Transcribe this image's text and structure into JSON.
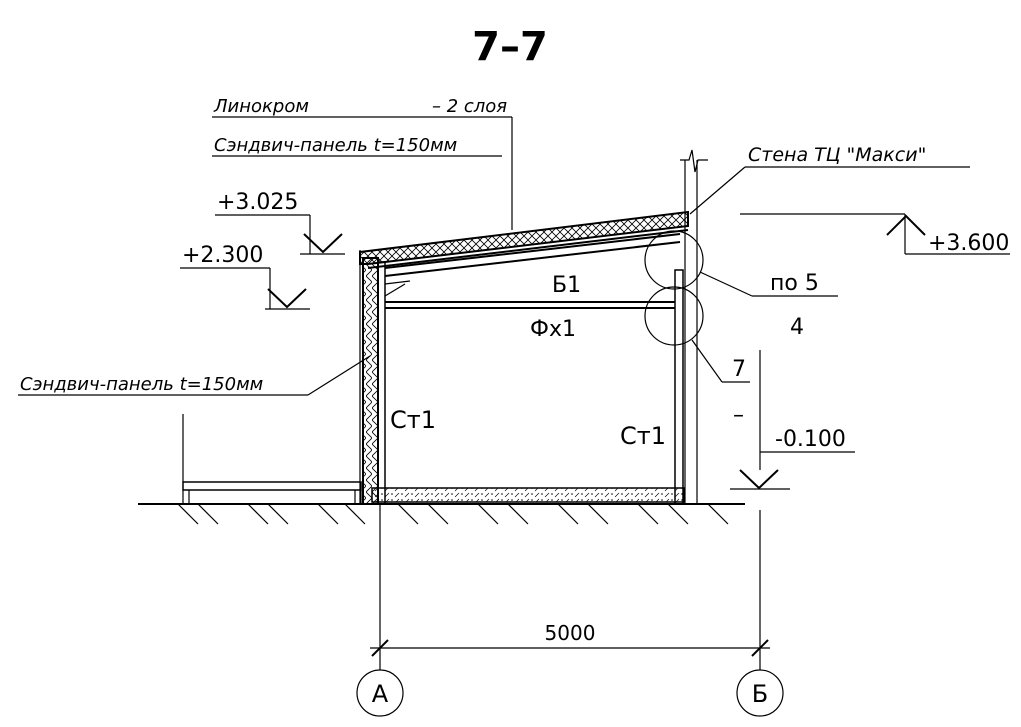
{
  "section_title": "7–7",
  "roof_layers": {
    "line1": "Линокром",
    "line1_suffix": "– 2 слоя",
    "line2": "Сэндвич-панель t=150мм"
  },
  "wall_panel_label": "Сэндвич-панель t=150мм",
  "adjacent_wall_label": "Стена ТЦ \"Макси\"",
  "levels": {
    "roof_high": "+3.025",
    "roof_low": "+2.300",
    "wall_top": "+3.600",
    "ground": "-0.100"
  },
  "elements": {
    "beam": "Б1",
    "brace": "Фх1",
    "column_left": "Ст1",
    "column_right": "Ст1"
  },
  "detail_refs": {
    "ref1_top": "по 5",
    "ref1_bottom": "4",
    "ref2_top": "7",
    "ref2_bottom": "–"
  },
  "dimension": "5000",
  "axes": {
    "left": "А",
    "right": "Б"
  }
}
